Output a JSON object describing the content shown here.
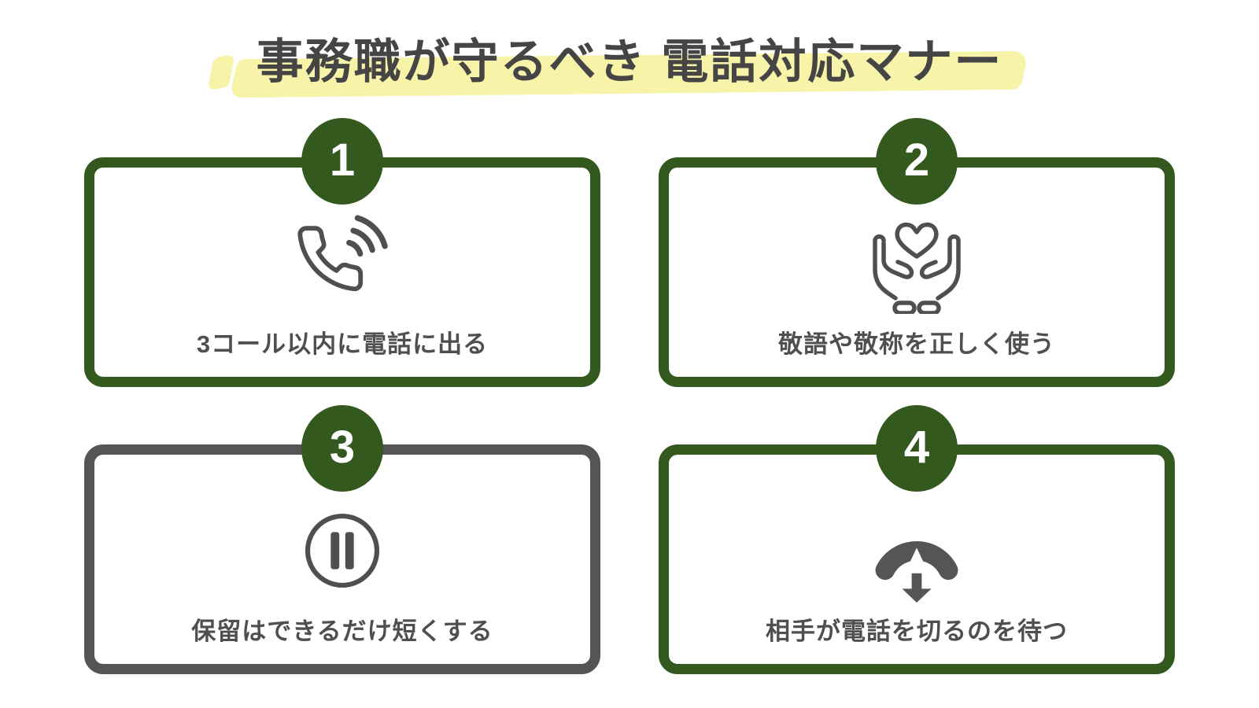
{
  "title": {
    "text": "事務職が守るべき 電話対応マナー"
  },
  "colors": {
    "green": "#33591e",
    "gray": "#555557",
    "highlight_yellow": "#f7f3a9",
    "title_text": "#454545",
    "label_text": "#4f4f4f",
    "icon_stroke": "#4f4f4f",
    "background": "#ffffff"
  },
  "cards": [
    {
      "number": "1",
      "label": "3コール以内に電話に出る",
      "icon": "ringing-phone-icon",
      "border_color": "#33591e"
    },
    {
      "number": "2",
      "label": "敬語や敬称を正しく使う",
      "icon": "hands-holding-heart-icon",
      "border_color": "#33591e"
    },
    {
      "number": "3",
      "label": "保留はできるだけ短くする",
      "icon": "pause-icon",
      "border_color": "#555557"
    },
    {
      "number": "4",
      "label": "相手が電話を切るのを待つ",
      "icon": "hang-up-phone-arrow-icon",
      "border_color": "#33591e"
    }
  ]
}
